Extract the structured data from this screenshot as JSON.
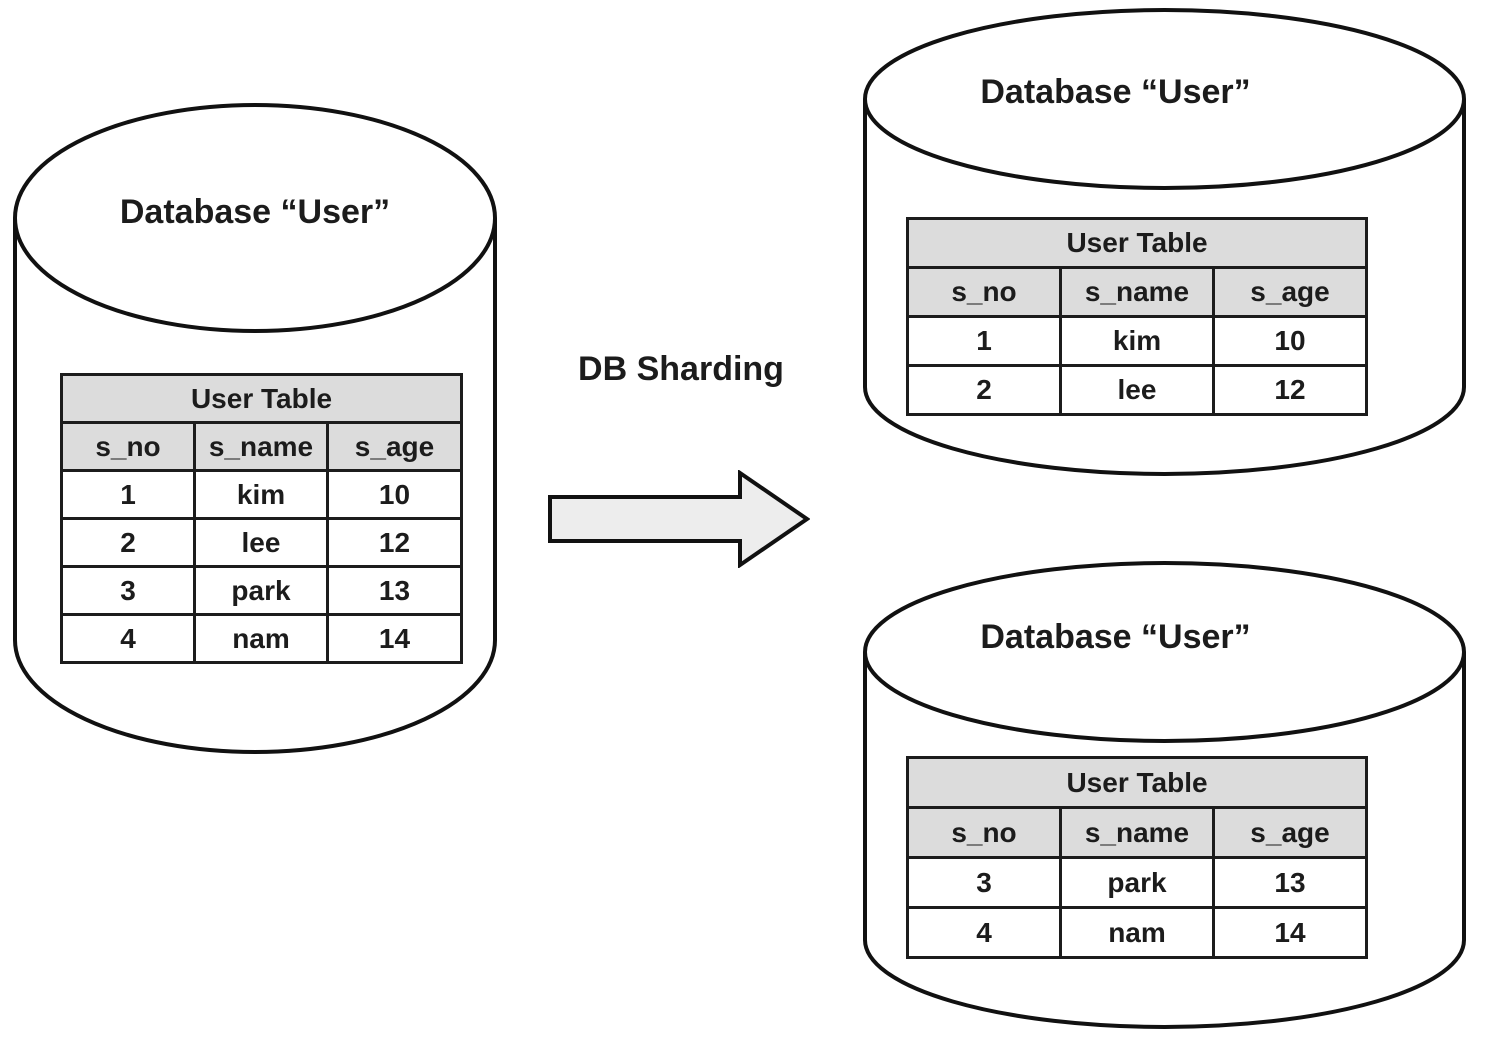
{
  "diagram": {
    "arrow_label": "DB Sharding",
    "source": {
      "db_label": "Database “User”",
      "table": {
        "title": "User Table",
        "columns": [
          "s_no",
          "s_name",
          "s_age"
        ],
        "rows": [
          [
            "1",
            "kim",
            "10"
          ],
          [
            "2",
            "lee",
            "12"
          ],
          [
            "3",
            "park",
            "13"
          ],
          [
            "4",
            "nam",
            "14"
          ]
        ]
      }
    },
    "shards": [
      {
        "db_label": "Database “User”",
        "table": {
          "title": "User Table",
          "columns": [
            "s_no",
            "s_name",
            "s_age"
          ],
          "rows": [
            [
              "1",
              "kim",
              "10"
            ],
            [
              "2",
              "lee",
              "12"
            ]
          ]
        }
      },
      {
        "db_label": "Database “User”",
        "table": {
          "title": "User Table",
          "columns": [
            "s_no",
            "s_name",
            "s_age"
          ],
          "rows": [
            [
              "3",
              "park",
              "13"
            ],
            [
              "4",
              "nam",
              "14"
            ]
          ]
        }
      }
    ],
    "colors": {
      "stroke": "#111111",
      "table_header_bg": "#dcdcdc",
      "arrow_fill": "#ededed",
      "background": "#ffffff"
    }
  }
}
